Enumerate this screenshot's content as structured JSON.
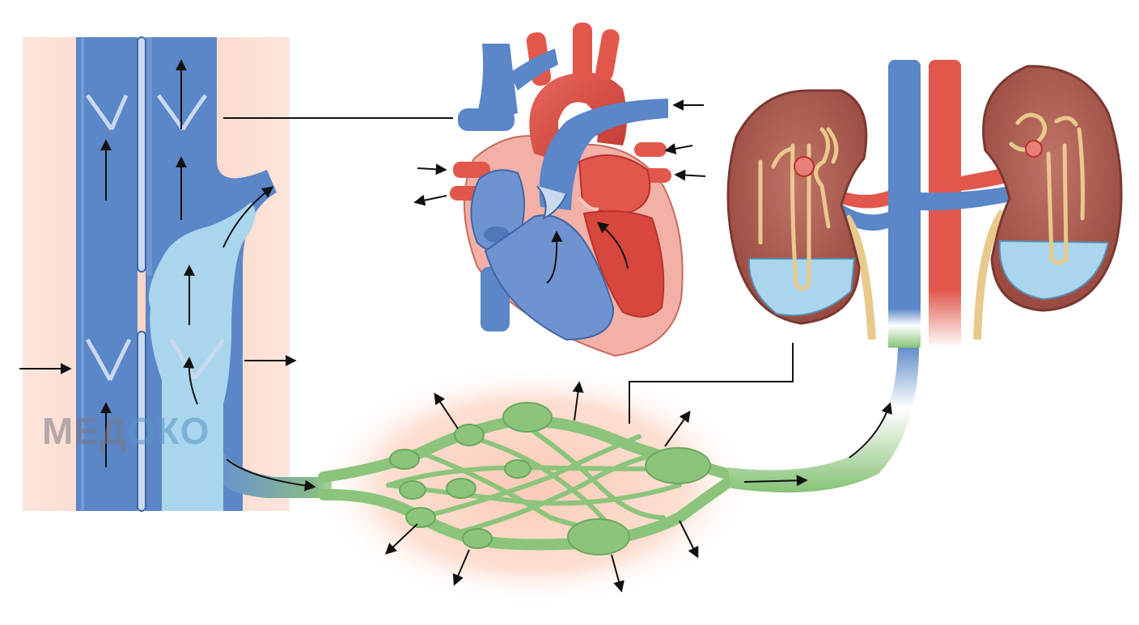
{
  "watermark": {
    "part1": "МЕД",
    "part2": "ОКО"
  },
  "colors": {
    "vein_blue": "#5b86c8",
    "vein_dark": "#3f67a8",
    "fluid_light_blue": "#a9d6ec",
    "artery_red": "#e2574c",
    "artery_dark": "#b8322c",
    "lymph_green": "#8cc47c",
    "lymph_dark": "#5a9a4e",
    "kidney_brown": "#a9574c",
    "kidney_inner": "#c5796e",
    "nephron_tan": "#e9c98c",
    "tissue_pink": "#fbd9cd"
  },
  "icons": [
    "arrow-icon",
    "leader-line",
    "valve-icon"
  ]
}
